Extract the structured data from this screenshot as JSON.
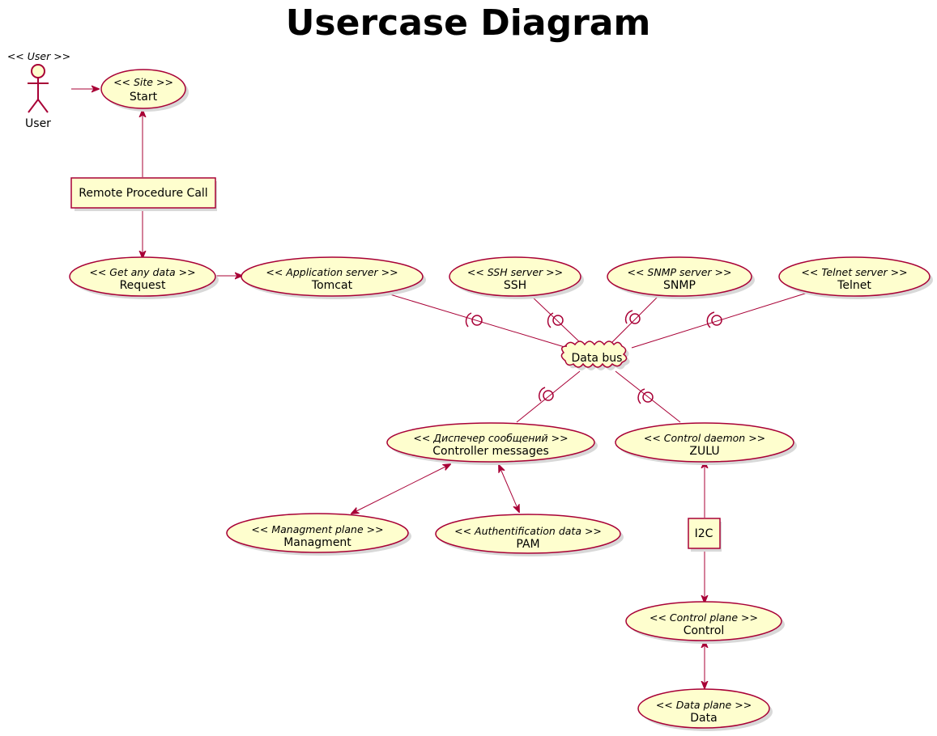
{
  "title": "Usercase Diagram",
  "colors": {
    "border": "#A80036",
    "fill": "#FEFECE"
  },
  "actor": {
    "stereotype": "<< User >>",
    "name": "User"
  },
  "usecases": {
    "start": {
      "stereotype": "<< Site >>",
      "name": "Start"
    },
    "request": {
      "stereotype": "<< Get any data >>",
      "name": "Request"
    },
    "tomcat": {
      "stereotype": "<< Application server >>",
      "name": "Tomcat"
    },
    "ssh": {
      "stereotype": "<< SSH server >>",
      "name": "SSH"
    },
    "snmp": {
      "stereotype": "<< SNMP server >>",
      "name": "SNMP"
    },
    "telnet": {
      "stereotype": "<< Telnet server >>",
      "name": "Telnet"
    },
    "controller": {
      "stereotype": "<< Диспечер сообщений >>",
      "name": "Controller messages"
    },
    "zulu": {
      "stereotype": "<< Control daemon >>",
      "name": "ZULU"
    },
    "managment": {
      "stereotype": "<< Managment plane >>",
      "name": "Managment"
    },
    "pam": {
      "stereotype": "<< Authentification data >>",
      "name": "PAM"
    },
    "control": {
      "stereotype": "<< Control plane >>",
      "name": "Control"
    },
    "data": {
      "stereotype": "<< Data plane >>",
      "name": "Data"
    }
  },
  "boxes": {
    "rpc": "Remote Procedure Call",
    "i2c": "I2C"
  },
  "cloud": {
    "name": "Data bus"
  }
}
